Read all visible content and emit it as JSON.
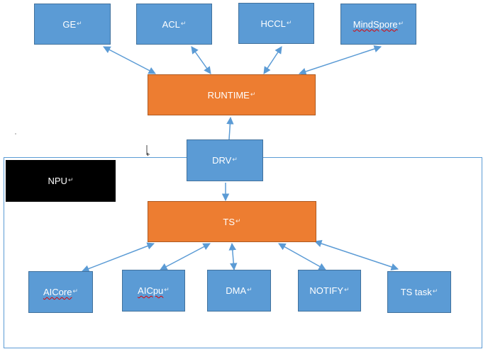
{
  "top_components": [
    {
      "label": "GE"
    },
    {
      "label": "ACL"
    },
    {
      "label": "HCCL"
    },
    {
      "label": "MindSpore"
    }
  ],
  "runtime": {
    "label": "RUNTIME"
  },
  "drv": {
    "label": "DRV"
  },
  "npu": {
    "label": "NPU"
  },
  "ts": {
    "label": "TS"
  },
  "bottom_components": [
    {
      "label": "AICore"
    },
    {
      "label": "AICpu"
    },
    {
      "label": "DMA"
    },
    {
      "label": "NOTIFY"
    },
    {
      "label": "TS task"
    }
  ],
  "return_mark": "↵",
  "colors": {
    "blue_box": "#5b9bd5",
    "orange_box": "#ed7d31",
    "arrow": "#5b9bd5",
    "npu_label_bg": "#000000",
    "spellcheck_underline": "#e00000"
  }
}
